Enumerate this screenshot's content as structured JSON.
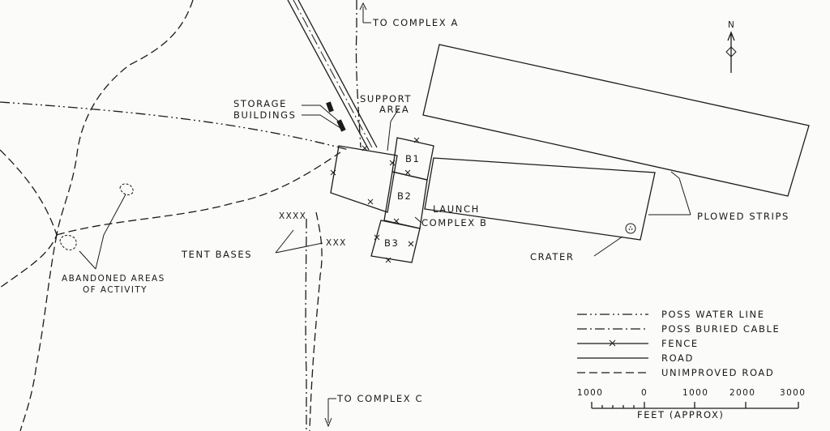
{
  "labels": {
    "to_complex_a": "TO COMPLEX A",
    "to_complex_c": "TO COMPLEX C",
    "storage_1": "STORAGE",
    "storage_2": "BUILDINGS",
    "support_1": "SUPPORT",
    "support_2": "AREA",
    "launch_1": "LAUNCH",
    "launch_2": "COMPLEX B",
    "b1": "B1",
    "b2": "B2",
    "b3": "B3",
    "plowed_strips": "PLOWED STRIPS",
    "crater": "CRATER",
    "tent_bases": "TENT BASES",
    "xxxx": "XXXX",
    "xxx": "XXX",
    "abandoned_1": "ABANDONED AREAS",
    "abandoned_2": "OF ACTIVITY",
    "north": "N"
  },
  "legend": {
    "items": [
      {
        "label": "POSS WATER LINE"
      },
      {
        "label": "POSS BURIED CABLE"
      },
      {
        "label": "FENCE"
      },
      {
        "label": "ROAD"
      },
      {
        "label": "UNIMPROVED ROAD"
      }
    ]
  },
  "scale": {
    "ticks": [
      "1000",
      "0",
      "1000",
      "2000",
      "3000"
    ],
    "unit": "FEET (APPROX)"
  },
  "colors": {
    "ink": "#1b1b1b",
    "paper": "#fbfbf9"
  }
}
